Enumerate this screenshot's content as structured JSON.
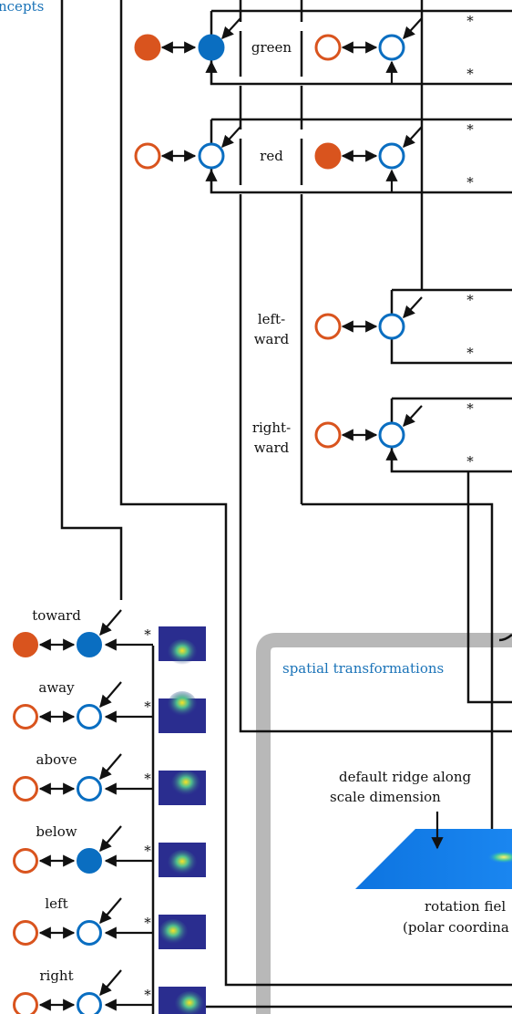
{
  "colors": {
    "orange": "#d9541e",
    "blue": "#0a6ec1",
    "line": "#111111",
    "section_gray": "#b8b8b8",
    "accent_text": "#1a73b8"
  },
  "sections": {
    "concepts_title": "ncepts",
    "spatial_title": "spatial transformations"
  },
  "color_nodes": [
    {
      "label": "green",
      "left_filled": true,
      "right_filled": false
    },
    {
      "label": "red",
      "left_filled": false,
      "right_filled": true
    }
  ],
  "direction_nodes": [
    {
      "line1": "left-",
      "line2": "ward"
    },
    {
      "line1": "right-",
      "line2": "ward"
    }
  ],
  "relations": [
    {
      "label": "toward",
      "target_filled": true,
      "source_filled": true
    },
    {
      "label": "away",
      "target_filled": false,
      "source_filled": false
    },
    {
      "label": "above",
      "target_filled": false,
      "source_filled": false
    },
    {
      "label": "below",
      "target_filled": false,
      "source_filled": true
    },
    {
      "label": "left",
      "target_filled": false,
      "source_filled": false
    },
    {
      "label": "right",
      "target_filled": false,
      "source_filled": false
    }
  ],
  "star": "*",
  "field": {
    "annotation_line1": "default ridge along",
    "annotation_line2": "scale dimension",
    "caption_line1": "rotation fiel",
    "caption_line2": "(polar coordina"
  }
}
